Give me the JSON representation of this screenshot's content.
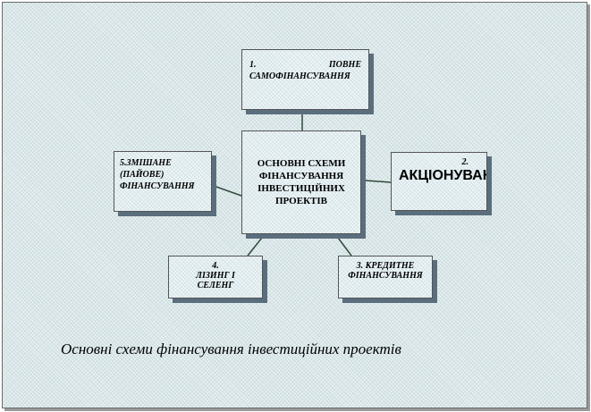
{
  "diagram": {
    "center": {
      "lines": [
        "ОСНОВНІ СХЕМИ",
        "ФІНАНСУВАННЯ",
        "ІНВЕСТИЦІЙНИХ",
        "ПРОЕКТІВ"
      ]
    },
    "nodes": {
      "n1": {
        "number": "1.",
        "title_part1": "ПОВНЕ",
        "title_part2": "САМОФІНАНСУВАННЯ"
      },
      "n2": {
        "number": "2.",
        "title": "АКЦІОНУВАННЯ"
      },
      "n3": {
        "number_title": "3. КРЕДИТНЕ",
        "title2": "ФІНАНСУВАННЯ"
      },
      "n4": {
        "number": "4.",
        "title1": "ЛІЗИНГ І",
        "title2": "СЕЛЕНГ"
      },
      "n5": {
        "line1": "5.ЗМІШАНЕ",
        "line2": "(ПАЙОВЕ)",
        "line3": "ФІНАНСУВАННЯ"
      }
    },
    "caption": "Основні схеми фінансування інвестиційних проектів"
  }
}
